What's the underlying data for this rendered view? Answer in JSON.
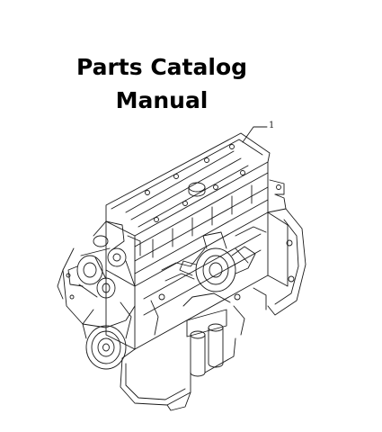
{
  "document": {
    "title_line_1": "Parts Catalog",
    "title_line_2": "Manual"
  },
  "illustration": {
    "callout_number": "1",
    "stroke_color": "#1a1a1a"
  }
}
